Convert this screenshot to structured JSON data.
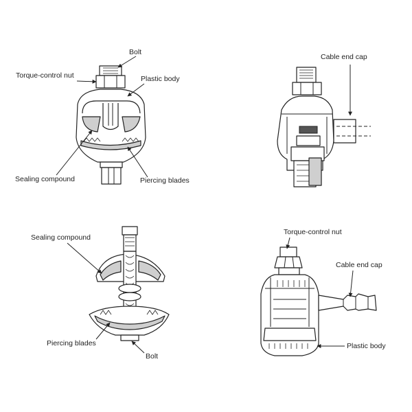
{
  "figure_a": {
    "bolt": "Bolt",
    "torque_nut": "Torque-control nut",
    "plastic_body": "Plastic body",
    "sealing_compound": "Sealing compound",
    "piercing_blades": "Piercing blades"
  },
  "figure_b": {
    "cable_end_cap": "Cable end cap"
  },
  "figure_c": {
    "sealing_compound": "Sealing compound",
    "piercing_blades": "Piercing blades",
    "bolt": "Bolt"
  },
  "figure_d": {
    "torque_nut": "Torque-control nut",
    "cable_end_cap": "Cable end cap",
    "plastic_body": "Plastic body"
  }
}
